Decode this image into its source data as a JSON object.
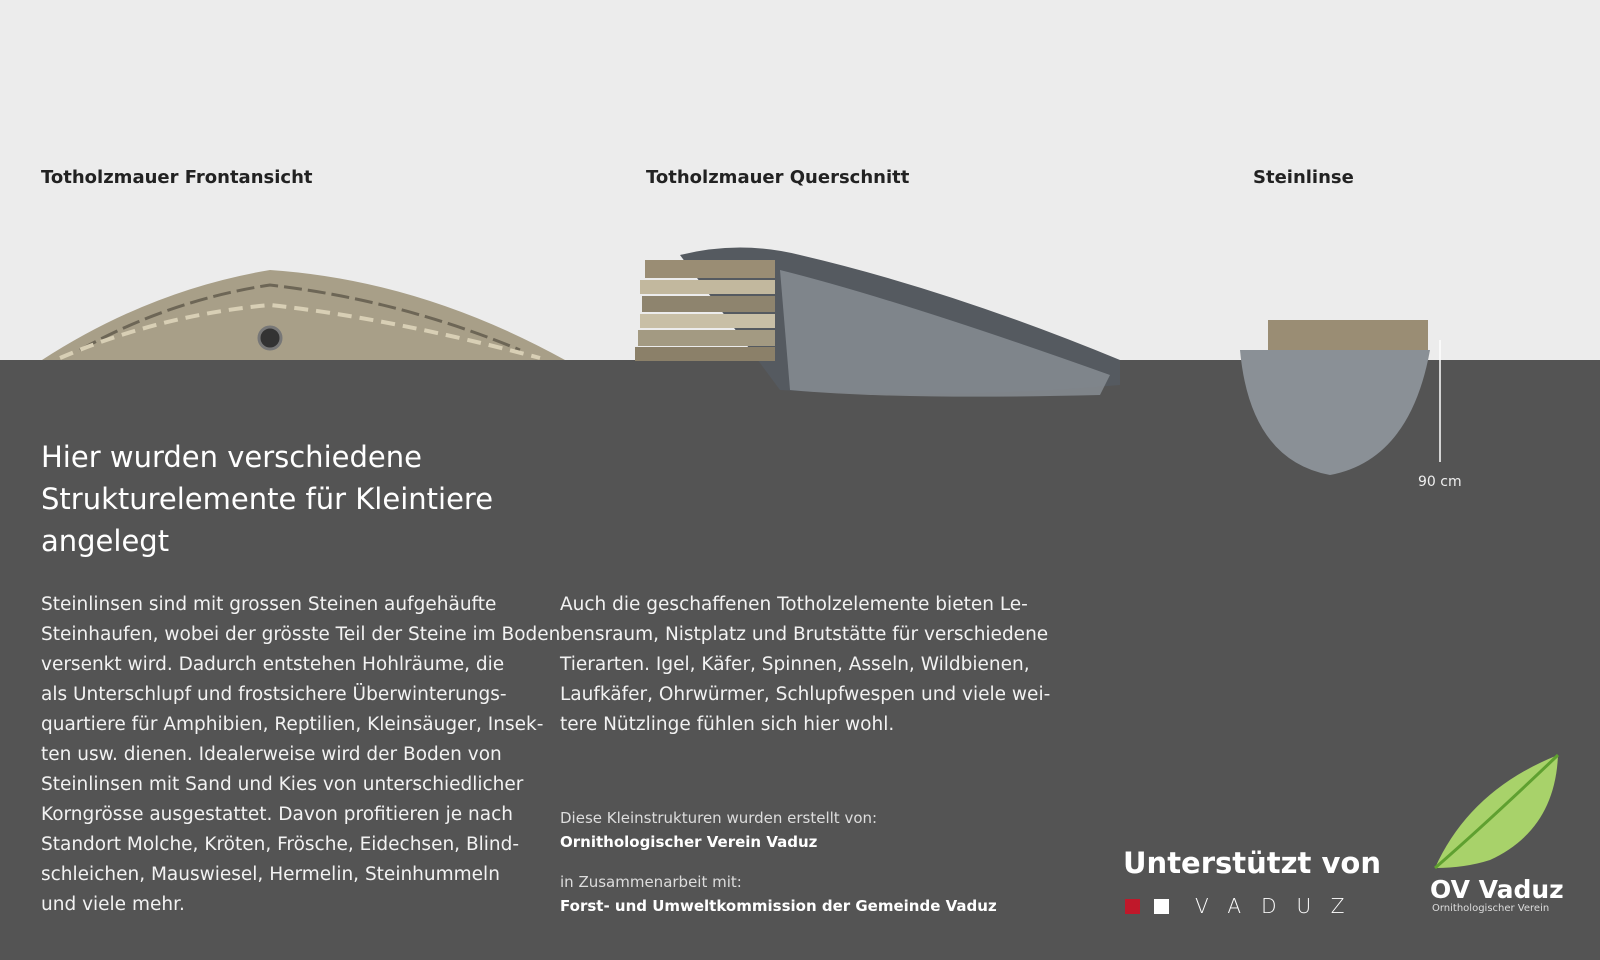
{
  "labels": {
    "front": "Totholzmauer Frontansicht",
    "cross": "Totholzmauer Querschnitt",
    "stone": "Steinlinse"
  },
  "depth": "90 cm",
  "heading": "Hier wurden verschiedene Strukturelemente für Kleintiere angelegt",
  "para_left": [
    "Steinlinsen sind mit grossen Steinen aufgehäufte",
    "Steinhaufen, wobei der grösste Teil der Steine im Boden",
    "versenkt wird. Dadurch entstehen Hohlräume, die",
    "als Unterschlupf und frostsichere Überwinterungs-",
    "quartiere für Amphibien, Reptilien, Kleinsäuger, Insek-",
    "ten usw. dienen. Idealerweise wird der Boden von",
    "Steinlinsen mit Sand und Kies von unterschiedlicher",
    "Korngrösse ausgestattet. Davon profitieren je nach",
    "Standort Molche, Kröten, Frösche, Eidechsen, Blind-",
    "schleichen, Mauswiesel, Hermelin, Steinhummeln",
    "und viele mehr."
  ],
  "para_right": [
    "Auch die geschaffenen Totholzelemente bieten Le-",
    "bensraum, Nistplatz und Brutstätte für verschiedene",
    "Tierarten. Igel, Käfer, Spinnen, Asseln, Wildbienen,",
    "Laufkäfer, Ohrwürmer, Schlupfwespen und viele wei-",
    "tere Nützlinge fühlen sich hier wohl."
  ],
  "credits": {
    "created_by_label": "Diese Kleinstrukturen wurden erstellt von:",
    "created_by": "Ornithologischer Verein Vaduz",
    "cooperation_label": "in Zusammenarbeit mit:",
    "cooperation": "Forst- und Umweltkommission der Gemeinde Vaduz"
  },
  "support": {
    "label": "Unterstützt von",
    "logo_text": "VADUZ"
  },
  "ov_logo": {
    "name": "OV Vaduz",
    "sub": "Ornithologischer Verein"
  },
  "colors": {
    "ground": "#545454",
    "sky": "#ececec",
    "red": "#c0182a",
    "leaf": "#8cc63f"
  }
}
